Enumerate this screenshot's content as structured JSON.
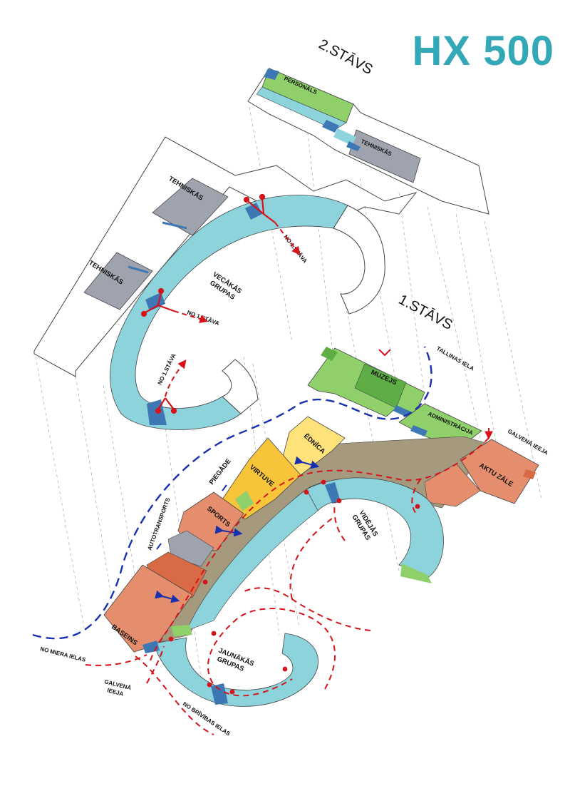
{
  "title": "HX 500",
  "floors": {
    "second": "2.STĀVS",
    "first": "1.STĀVS"
  },
  "labels": {
    "personals": "PERSONĀLS",
    "tehniskas_top": "TEHNISKĀS",
    "tehniskas_left1": "TEHNISKĀS",
    "tehniskas_left2": "TEHNISKĀS",
    "vecakas_grupas": [
      "VECĀKĀS",
      "GRUPAS"
    ],
    "no_1_stava_a": "NO 1.STĀVA",
    "no_1_stava_b": "NO 1.STĀVA",
    "no_1_stava_c": "NO 1.STĀVA",
    "muzejs": "MUZEJS",
    "administracija": "ADMINISTRĀCIJA",
    "tallinas_iela": "TALLINAS IELA",
    "galvena_ieeja_right": "GALVENĀ IEEJA",
    "aktu_zale": "AKTU ZĀLE",
    "ednica": "ĒDNĪCA",
    "virtuve": "VIRTUVE",
    "piegade": "PIEGĀDE",
    "autotransports": "AUTOTRANSPORTS",
    "sports": "SPORTS",
    "videjas_grupas": [
      "VIDĒJĀS",
      "GRUPAS"
    ],
    "baseins": "BASEINS",
    "jaunakas_grupas": [
      "JAUNĀKĀS",
      "GRUPAS"
    ],
    "no_miera_ielas": "NO MIERA IELAS",
    "galvena_ieeja_left": [
      "GALVENĀ",
      "IEEJA"
    ],
    "no_brivibas_ielas": "NO BRĪVĪBAS IELAS"
  },
  "colors": {
    "title": "#33a9b8",
    "corridor": "#8dd3dc",
    "green": "#8fd06a",
    "green_dark": "#5fae45",
    "gray": "#9ea3ad",
    "salmon": "#e58e6e",
    "salmon_dark": "#d86a46",
    "yellow": "#ffe27a",
    "orange": "#f7c43a",
    "brown": "#a59a7e",
    "blue_dark": "#3e78b4",
    "route_red": "#d6131b",
    "route_blue": "#1930b0"
  }
}
